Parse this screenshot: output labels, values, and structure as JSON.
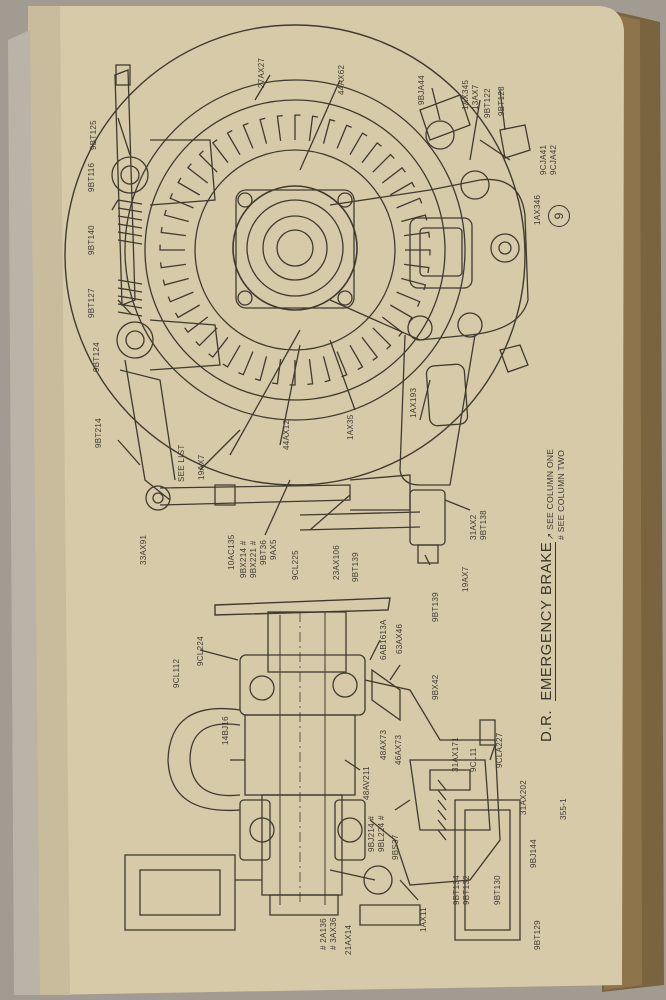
{
  "page": {
    "title_prefix": "D.R.",
    "title": "EMERGENCY BRAKE",
    "page_number": "355-1",
    "figure_number": "9",
    "notes": {
      "column_one": "SEE COLUMN ONE",
      "column_two": "SEE COLUMN TWO"
    }
  },
  "labels": {
    "l_9bt125": "9BT125",
    "l_27ax27": "27AX27",
    "l_44ax62": "44AX62",
    "l_9bja44a": "9BJA44",
    "l_1ax345": "1AX345",
    "l_13ax7": "13AX7",
    "l_9bt122": "9BT122",
    "l_9bt128": "9BT128",
    "l_9cja41": "9CJA41",
    "l_9cja42": "9CJA42",
    "l_1ax346": "1AX346",
    "l_9bt116": "9BT116",
    "l_9bt140": "9BT140",
    "l_9bt127": "9BT127",
    "l_9bt124": "9BT124",
    "l_9bt214": "9BT214",
    "l_see_list": "SEE LIST",
    "l_19ax7a": "19AX7",
    "l_44ax12": "44AX12",
    "l_1ax35": "1AX35",
    "l_1ax193": "1AX193",
    "l_33ax91": "33AX91",
    "l_10ac135": "10AC135",
    "l_9bx214": "9BX214 #",
    "l_9bx221": "9BX221 #",
    "l_9bt36": "9BT36",
    "l_9ax5": "9AX5",
    "l_9cl225": "9CL225",
    "l_23ax106": "23AX106",
    "l_9bt139a": "9BT139",
    "l_31ax2": "31AX2",
    "l_9bt138": "9BT138",
    "l_19ax7b": "19AX7",
    "l_9bt139b": "9BT139",
    "l_9cl112": "9CL112",
    "l_9cl224": "9CL224",
    "l_14bj16": "14BJ16",
    "l_6ab1613a": "6AB1613A",
    "l_63ax46": "63AX46",
    "l_9bx42": "9BX42",
    "l_48ax73": "48AX73",
    "l_46ax73": "46AX73",
    "l_31ax171": "31AX171",
    "l_9cl11": "9CL11",
    "l_9cla227": "9CLA227",
    "l_48av211": "48AV211",
    "l_31ax202": "31AX202",
    "l_9bj214": "9BJ214 #",
    "l_9bl224": "9BL224 #",
    "l_9bs37": "9BS37",
    "l_9bj144": "9BJ144",
    "l_2a136": "# 2A136",
    "l_3ax36": "# 3AX36",
    "l_21ax14": "21AX14",
    "l_1ax11": "1AX11",
    "l_9bt134": "9BT134",
    "l_9bt132": "9BT132",
    "l_9bt130": "9BT130",
    "l_9bt129": "9BT129"
  },
  "colors": {
    "paper": "#d9ccae",
    "ink": "#403a30",
    "page_edge": "#6e5a3a",
    "binding": "#a29b91"
  }
}
